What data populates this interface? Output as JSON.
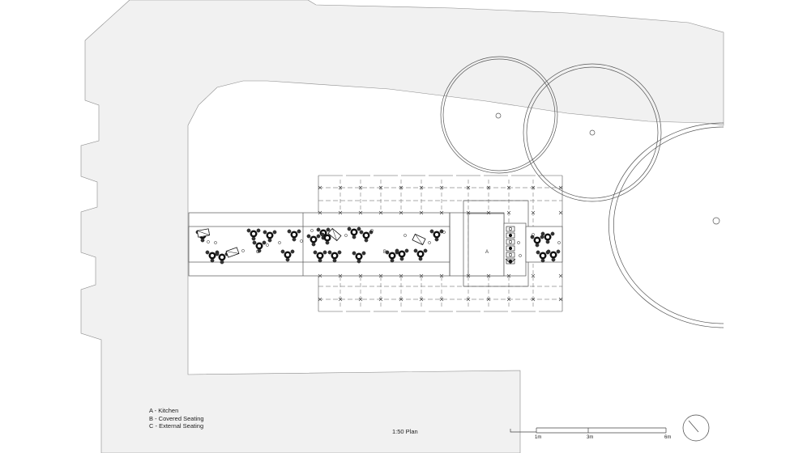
{
  "legend": {
    "items": [
      "A - Kitchen",
      "B - Covered Seating",
      "C - External Seating"
    ]
  },
  "plan_title": "1:50 Plan",
  "zone_labels": {
    "a": "A",
    "b": "B",
    "c": "C"
  },
  "scale_bar": {
    "labels": [
      "1m",
      "3m",
      "6m"
    ]
  },
  "colors": {
    "ground": "#f1f1f1",
    "line": "#6a6a6a",
    "furniture": "#111111"
  },
  "icons": {
    "north_arrow": "north-arrow-icon"
  }
}
